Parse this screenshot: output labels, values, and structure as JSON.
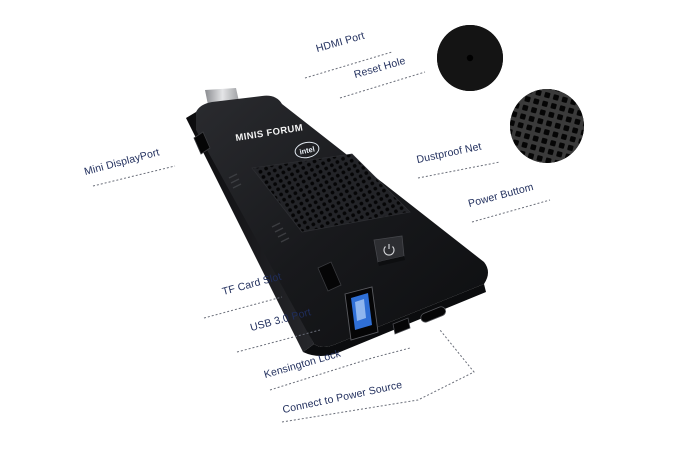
{
  "brand": {
    "logo_text": "MINIS FORUM",
    "chip_badge": "intel"
  },
  "callouts": {
    "hdmi": "HDMI Port",
    "reset": "Reset Hole",
    "mini_dp": "Mini DisplayPort",
    "dustproof": "Dustproof Net",
    "power_button": "Power Buttom",
    "tf_card": "TF Card Slot",
    "usb": "USB 3.0 Port",
    "kensington": "Kensington Lock",
    "power_source": "Connect to Power Source"
  },
  "colors": {
    "device_body": "#1b1c1f",
    "label_text": "#1f2d5c",
    "usb_blue": "#2f6fd6",
    "leader_line": "#6b6f7a"
  },
  "icons": {
    "power_button": "power-icon"
  }
}
